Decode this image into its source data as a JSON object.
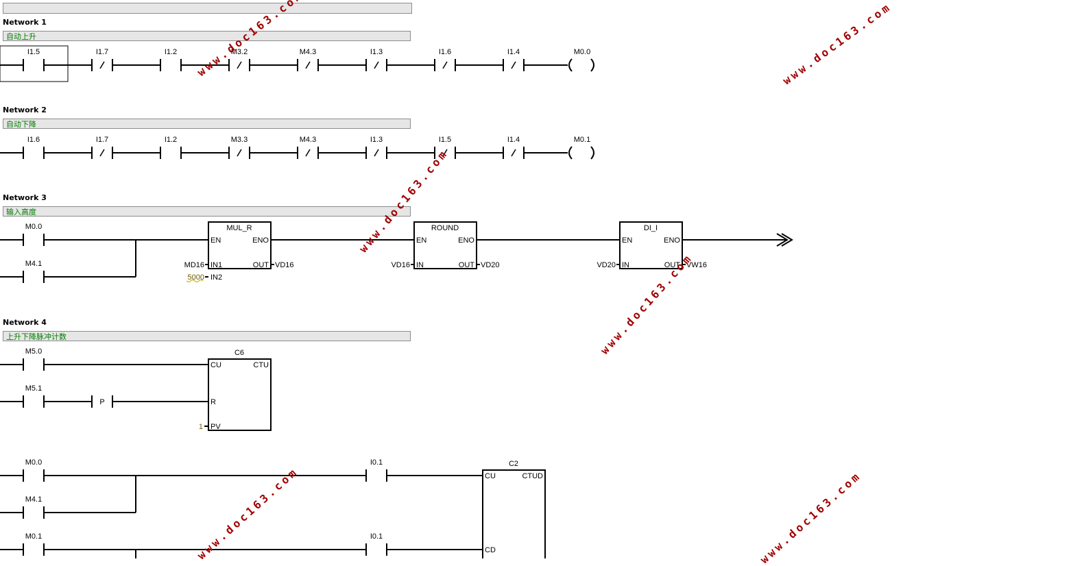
{
  "networks": [
    {
      "title": "Network 1",
      "comment": "自动上升"
    },
    {
      "title": "Network 2",
      "comment": "自动下降"
    },
    {
      "title": "Network 3",
      "comment": "输入高度"
    },
    {
      "title": "Network 4",
      "comment": "上升下降脉冲计数"
    }
  ],
  "rung1": {
    "contacts": [
      {
        "label": "I1.5",
        "type": "NO"
      },
      {
        "label": "I1.7",
        "type": "NC"
      },
      {
        "label": "I1.2",
        "type": "NO"
      },
      {
        "label": "M3.2",
        "type": "NC"
      },
      {
        "label": "M4.3",
        "type": "NC"
      },
      {
        "label": "I1.3",
        "type": "NC"
      },
      {
        "label": "I1.6",
        "type": "NC"
      },
      {
        "label": "I1.4",
        "type": "NC"
      }
    ],
    "coil": "M0.0"
  },
  "rung2": {
    "contacts": [
      {
        "label": "I1.6",
        "type": "NO"
      },
      {
        "label": "I1.7",
        "type": "NC"
      },
      {
        "label": "I1.2",
        "type": "NO"
      },
      {
        "label": "M3.3",
        "type": "NC"
      },
      {
        "label": "M4.3",
        "type": "NC"
      },
      {
        "label": "I1.3",
        "type": "NC"
      },
      {
        "label": "I1.5",
        "type": "NC"
      },
      {
        "label": "I1.4",
        "type": "NC"
      }
    ],
    "coil": "M0.1"
  },
  "rung3": {
    "contacts": [
      "M0.0",
      "M4.1"
    ],
    "blocks": [
      {
        "name": "MUL_R",
        "in1": "MD16",
        "in2": "5000",
        "out": "VD16",
        "pins": {
          "en": "EN",
          "eno": "ENO",
          "in1": "IN1",
          "in2": "IN2",
          "out": "OUT"
        }
      },
      {
        "name": "ROUND",
        "in": "VD16",
        "out": "VD20",
        "pins": {
          "en": "EN",
          "eno": "ENO",
          "in": "IN",
          "out": "OUT"
        }
      },
      {
        "name": "DI_I",
        "in": "VD20",
        "out": "VW16",
        "pins": {
          "en": "EN",
          "eno": "ENO",
          "in": "IN",
          "out": "OUT"
        }
      }
    ]
  },
  "rung4": {
    "counter": "C6",
    "type": "CTU",
    "cu_contact": "M5.0",
    "r_contact": "M5.1",
    "p_label": "P",
    "pv": "1",
    "pins": {
      "cu": "CU",
      "r": "R",
      "pv": "PV"
    }
  },
  "rung5": {
    "counter": "C2",
    "type": "CTUD",
    "contacts": [
      "M0.0",
      "M4.1",
      "M0.1"
    ],
    "cu_input": "I0.1",
    "cd_input": "I0.1",
    "pins": {
      "cu": "CU",
      "cd": "CD"
    }
  },
  "watermark": "www.doc163.com"
}
